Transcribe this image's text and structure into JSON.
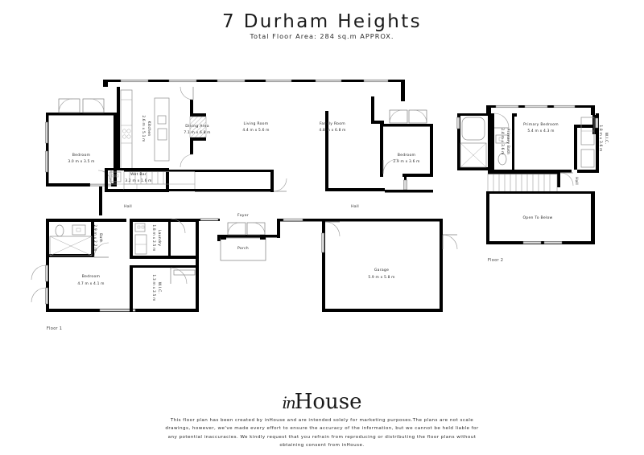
{
  "header": {
    "title": "7 Durham Heights",
    "subtitle": "Total Floor Area: 284 sq.m APPROX."
  },
  "floors": [
    {
      "id": "floor1",
      "label": "Floor 1"
    },
    {
      "id": "floor2",
      "label": "Floor 2"
    }
  ],
  "rooms": {
    "bedroom_top_left": {
      "name": "Bedroom",
      "dim": "3.0 m x 3.5 m"
    },
    "kitchen": {
      "name": "Kitchen",
      "dim": "2.6 m x 5.1 m"
    },
    "dining_area": {
      "name": "Dining Area",
      "dim": "7.1 m x 6.8 m"
    },
    "living_room": {
      "name": "Living Room",
      "dim": "4.4 m x 5.6 m"
    },
    "family_room": {
      "name": "Family Room",
      "dim": "4.8 m x 6.8 m"
    },
    "bedroom_right": {
      "name": "Bedroom",
      "dim": "2.9 m x 3.6 m"
    },
    "wet_bar": {
      "name": "Wet Bar",
      "dim": "3.2 m x 1.6 m"
    },
    "bath": {
      "name": "Bath",
      "dim": "2.9 m x 2.2 m"
    },
    "laundry": {
      "name": "Laundry",
      "dim": "1.8 m x 2.5 m"
    },
    "bedroom_lower": {
      "name": "Bedroom",
      "dim": "4.7 m x 4.1 m"
    },
    "wic_lower": {
      "name": "W.I.C.",
      "dim": "1.3 m x 2.5 m"
    },
    "garage": {
      "name": "Garage",
      "dim": "5.9 m x 5.8 m"
    },
    "primary_bedroom": {
      "name": "Primary Bedroom",
      "dim": "5.4 m x 4.3 m"
    },
    "primary_bath": {
      "name": "Primary Bath",
      "dim": "2.4 m x 3.6 m"
    },
    "wic_upper": {
      "name": "W.I.C.",
      "dim": "1.8 m x 3.6 m"
    }
  },
  "plain_labels": {
    "hall_left": "Hall",
    "hall_right": "Hall",
    "hall_upper": "Hall",
    "foyer": "Foyer",
    "porch": "Porch",
    "open_to_below": "Open To Below"
  },
  "footer": {
    "logo_mark": "in",
    "logo_text": "House",
    "disclaimer": "This floor plan has been created by inHouse and are intended solely for marketing purposes.The plans are not scale drawings, however, we've made every effort to ensure the accuracy of the information, but we cannot be held liable for any potential inaccuracies. We kindly request that you refrain from reproducing or distributing the floor plans without obtaining consent from inHouse."
  },
  "colors": {
    "wall": "#000000",
    "window": "#d8d8d8",
    "fixture_stroke": "#8d8d8d",
    "text": "#262626",
    "background": "#ffffff"
  }
}
